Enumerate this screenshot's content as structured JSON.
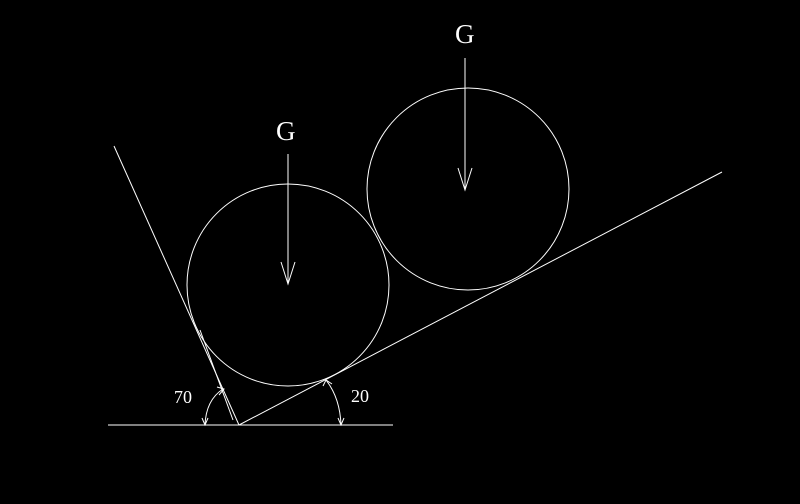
{
  "diagram": {
    "background": "#000000",
    "stroke_color": "#ffffff",
    "ball_left_weight_label": "G",
    "ball_right_weight_label": "G",
    "angle_left_label": "70",
    "angle_right_label": "20"
  }
}
